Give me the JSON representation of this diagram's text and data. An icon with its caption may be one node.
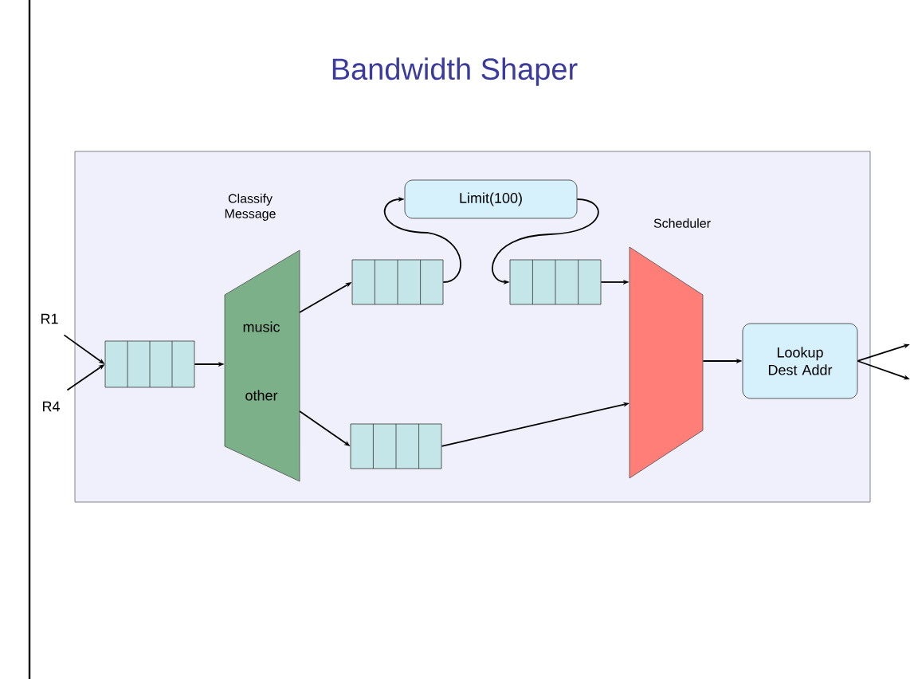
{
  "diagram": {
    "title": "Bandwidth Shaper",
    "nodes": [
      {
        "text": [
          "R1"
        ]
      },
      {
        "text": [
          "R4"
        ]
      },
      {
        "text": [],
        "shape": "box"
      },
      {
        "text": [
          "Classify Message",
          "music",
          "other"
        ]
      },
      {
        "text": [],
        "shape": "box"
      },
      {
        "text": [
          "Limit(100)"
        ]
      },
      {
        "text": [],
        "shape": "box"
      },
      {
        "text": [],
        "shape": "box"
      },
      {
        "text": [
          "Scheduler"
        ]
      },
      {
        "text": [
          "Lookup Dest Addr"
        ]
      }
    ],
    "edges": [
      {
        "from": 0,
        "to": 2,
        "arrow": "to"
      },
      {
        "from": 1,
        "to": 2,
        "arrow": "to"
      },
      {
        "from": 2,
        "to": 3,
        "arrow": "to"
      },
      {
        "from": 3,
        "to": 4,
        "arrow": "to"
      },
      {
        "from": 3,
        "to": 7,
        "arrow": "to"
      },
      {
        "from": 4,
        "to": 5,
        "arrow": "to"
      },
      {
        "from": 5,
        "to": 6,
        "arrow": "to"
      },
      {
        "from": 6,
        "to": 8,
        "arrow": "to"
      },
      {
        "from": 7,
        "to": 8,
        "arrow": "to"
      },
      {
        "from": 8,
        "to": 9,
        "arrow": "to"
      },
      {
        "from": 9,
        "to": null,
        "arrow": "to"
      },
      {
        "from": 9,
        "to": null,
        "arrow": "to"
      }
    ]
  }
}
